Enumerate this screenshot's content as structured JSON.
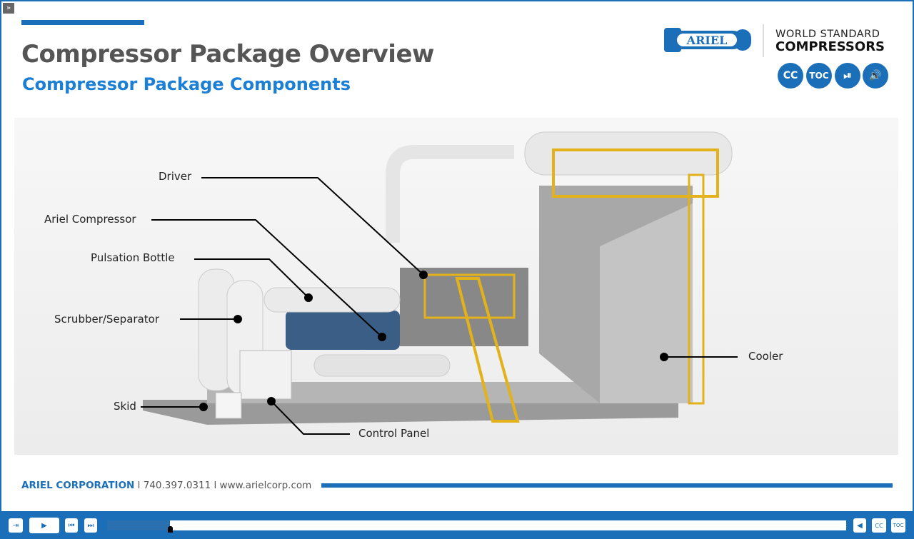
{
  "header": {
    "title": "Compressor Package Overview",
    "subtitle": "Compressor Package Components"
  },
  "brand": {
    "logo_text": "ARIEL",
    "tagline_1": "WORLD STANDARD",
    "tagline_2": "COMPRESSORS"
  },
  "controls": {
    "cc": "CC",
    "toc": "TOC",
    "play_pause": "⏯",
    "audio": "🔊"
  },
  "labels": {
    "driver": "Driver",
    "compressor": "Ariel Compressor",
    "bottle": "Pulsation Bottle",
    "scrubber": "Scrubber/Separator",
    "skid": "Skid",
    "panel": "Control Panel",
    "cooler": "Cooler"
  },
  "footer": {
    "company": "ARIEL CORPORATION",
    "sep": "l",
    "phone": "740.397.0311",
    "url": "www.arielcorp.com"
  },
  "player": {
    "exit": "⇥",
    "play": "▶",
    "prev": "⏮",
    "next": "⏭",
    "back": "◀",
    "cc": "CC",
    "toc": "TOC",
    "progress_percent": 8.5
  },
  "colors": {
    "accent": "#1b6fb8",
    "subtitle": "#1b7fd6"
  }
}
